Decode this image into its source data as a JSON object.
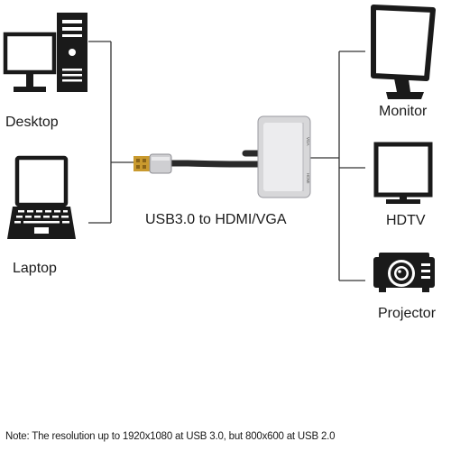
{
  "sources": [
    {
      "label": "Desktop",
      "icon": "desktop-computer-icon"
    },
    {
      "label": "Laptop",
      "icon": "laptop-icon"
    }
  ],
  "adapter": {
    "label": "USB3.0 to HDMI/VGA",
    "port_labels": [
      "VGA",
      "HDMI"
    ],
    "icon": "usb-adapter-icon"
  },
  "displays": [
    {
      "label": "Monitor",
      "icon": "monitor-icon"
    },
    {
      "label": "HDTV",
      "icon": "hdtv-icon"
    },
    {
      "label": "Projector",
      "icon": "projector-icon"
    }
  ],
  "footer_note": "Note: The resolution up to 1920x1080 at USB 3.0, but 800x600 at USB 2.0",
  "colors": {
    "icon_fill": "#1a1a1a",
    "line": "#333333",
    "usb_gold": "#c99a2e",
    "adapter_silver": "#d7d7d9"
  }
}
